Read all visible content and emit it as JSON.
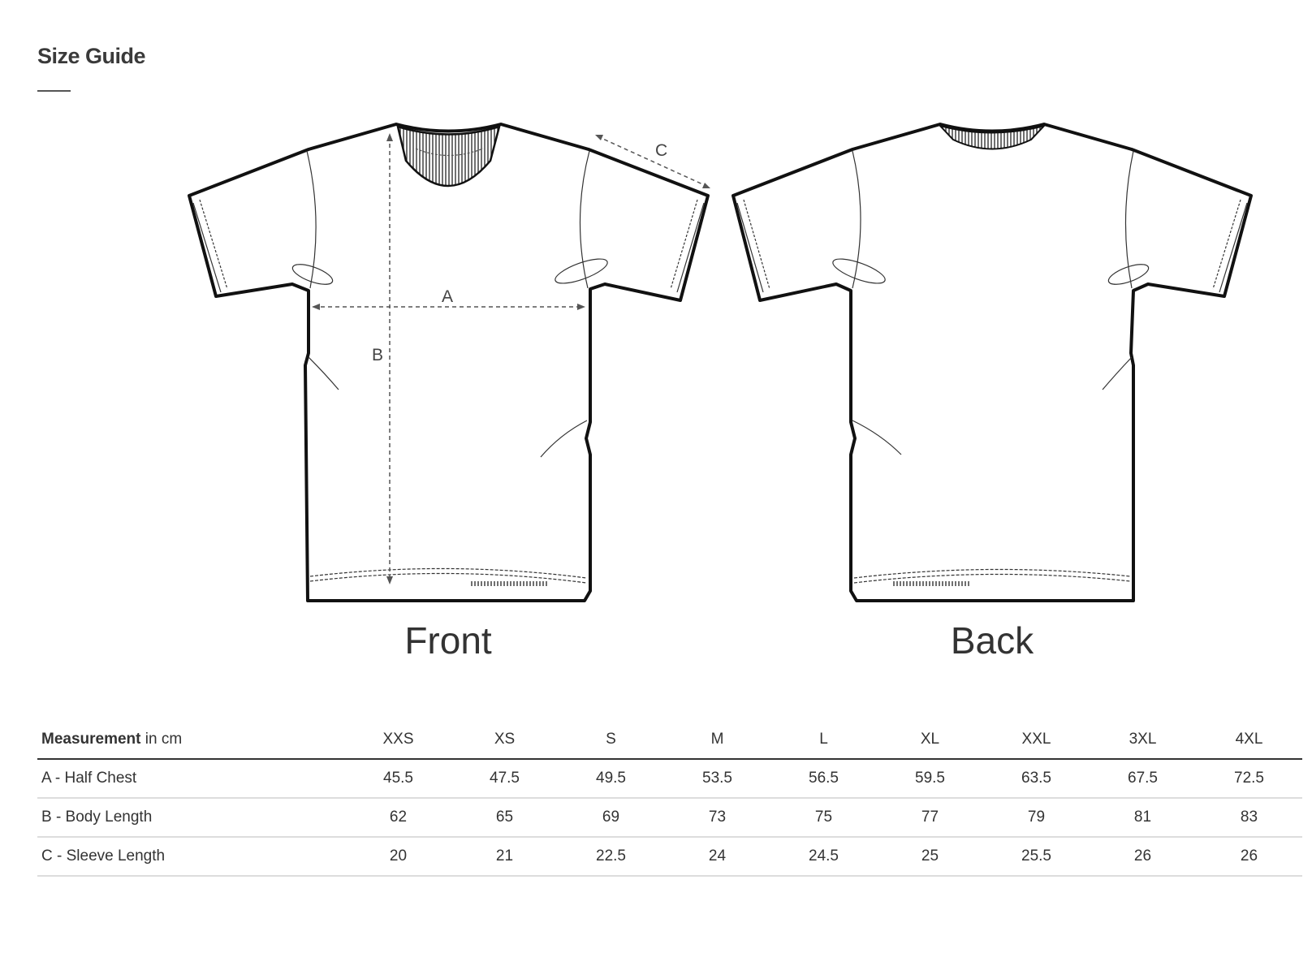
{
  "header": {
    "title": "Size Guide"
  },
  "diagram": {
    "front_label": "Front",
    "back_label": "Back",
    "markers": [
      "A",
      "B",
      "C"
    ]
  },
  "table": {
    "header_bold": "Measurement",
    "header_unit": "in cm",
    "sizes": [
      "XXS",
      "XS",
      "S",
      "M",
      "L",
      "XL",
      "XXL",
      "3XL",
      "4XL"
    ],
    "rows": [
      {
        "label": "A - Half Chest",
        "values": [
          "45.5",
          "47.5",
          "49.5",
          "53.5",
          "56.5",
          "59.5",
          "63.5",
          "67.5",
          "72.5"
        ]
      },
      {
        "label": "B - Body Length",
        "values": [
          "62",
          "65",
          "69",
          "73",
          "75",
          "77",
          "79",
          "81",
          "83"
        ]
      },
      {
        "label": "C - Sleeve Length",
        "values": [
          "20",
          "21",
          "22.5",
          "24",
          "24.5",
          "25",
          "25.5",
          "26",
          "26"
        ]
      }
    ]
  }
}
